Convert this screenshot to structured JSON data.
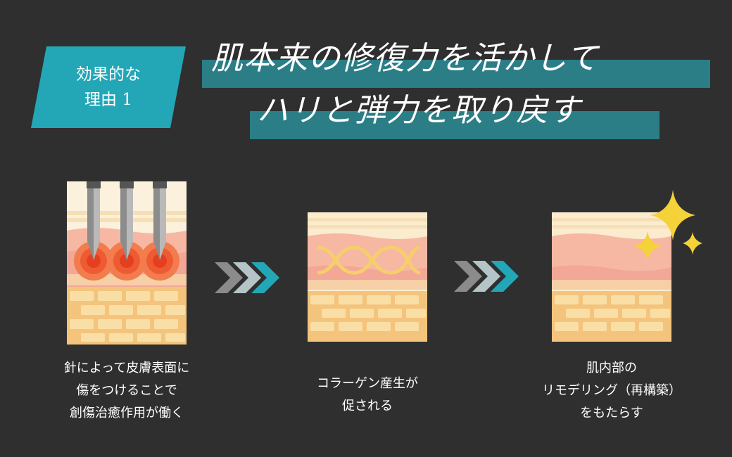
{
  "badge": {
    "line1": "効果的な",
    "line2": "理由 1",
    "color": "#23a6b6"
  },
  "headline": {
    "line1": "肌本来の修復力を活かして",
    "line2": "ハリと弾力を取り戻す",
    "highlight_color": "#2b7d86"
  },
  "steps": [
    {
      "icon": "needle-skin-icon",
      "lines": [
        "針によって皮膚表面に",
        "傷をつけることで",
        "創傷治癒作用が働く"
      ]
    },
    {
      "icon": "collagen-skin-icon",
      "lines": [
        "コラーゲン産生が",
        "促される"
      ]
    },
    {
      "icon": "remodeled-skin-icon",
      "lines": [
        "肌内部の",
        "リモデリング（再構築）",
        "をもたらす"
      ]
    }
  ],
  "arrows": [
    "triple-chevron-icon",
    "triple-chevron-icon"
  ],
  "palette": {
    "background": "#2f2f2f",
    "skin_top": "#f7d6a8",
    "skin_pink": "#f2a391",
    "brick": "#f1c97c",
    "sparkle": "#f5d23a"
  }
}
